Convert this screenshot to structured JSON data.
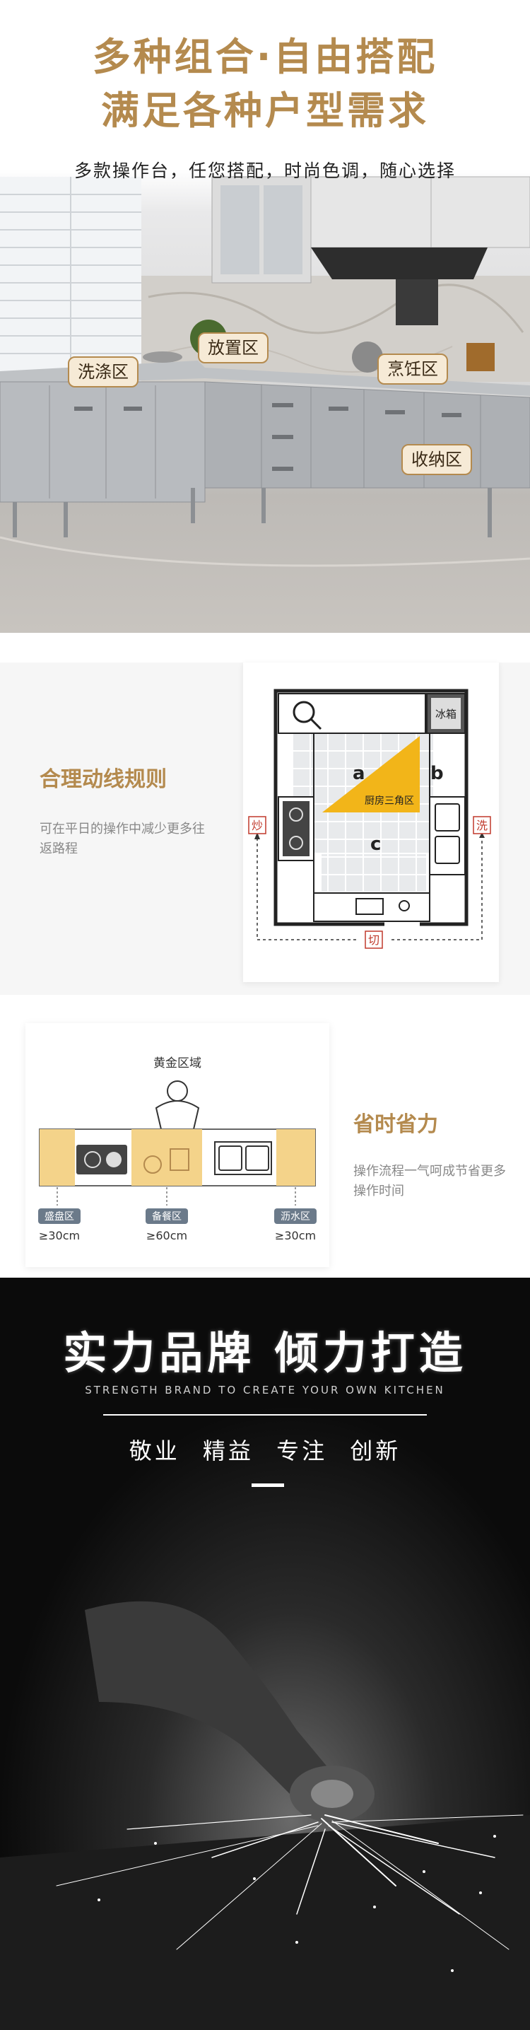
{
  "hero": {
    "title_line1": "多种组合·自由搭配",
    "title_line2": "满足各种户型需求",
    "subtitle": "多款操作台，任您搭配，时尚色调，随心选择",
    "zones": {
      "wash": "洗涤区",
      "place": "放置区",
      "cook": "烹饪区",
      "store": "收纳区"
    }
  },
  "route": {
    "title": "合理动线规则",
    "desc": "可在平日的操作中减少更多往返路程",
    "diagram": {
      "fridge": "冰箱",
      "label_a": "a",
      "label_b": "b",
      "label_c": "c",
      "triangle": "厨房三角区",
      "fry": "炒",
      "wash": "洗",
      "cut": "切"
    }
  },
  "timesave": {
    "title": "省时省力",
    "desc": "操作流程一气呵成节省更多操作时间",
    "diagram": {
      "golden_zone": "黄金区域",
      "zones": [
        {
          "name": "盛盘区",
          "size": "≥30cm"
        },
        {
          "name": "备餐区",
          "size": "≥60cm"
        },
        {
          "name": "沥水区",
          "size": "≥30cm"
        }
      ]
    }
  },
  "brand": {
    "title": "实力品牌 倾力打造",
    "subtitle_en": "STRENGTH BRAND TO CREATE YOUR OWN KITCHEN",
    "values": "敬业 精益 专注 创新"
  }
}
